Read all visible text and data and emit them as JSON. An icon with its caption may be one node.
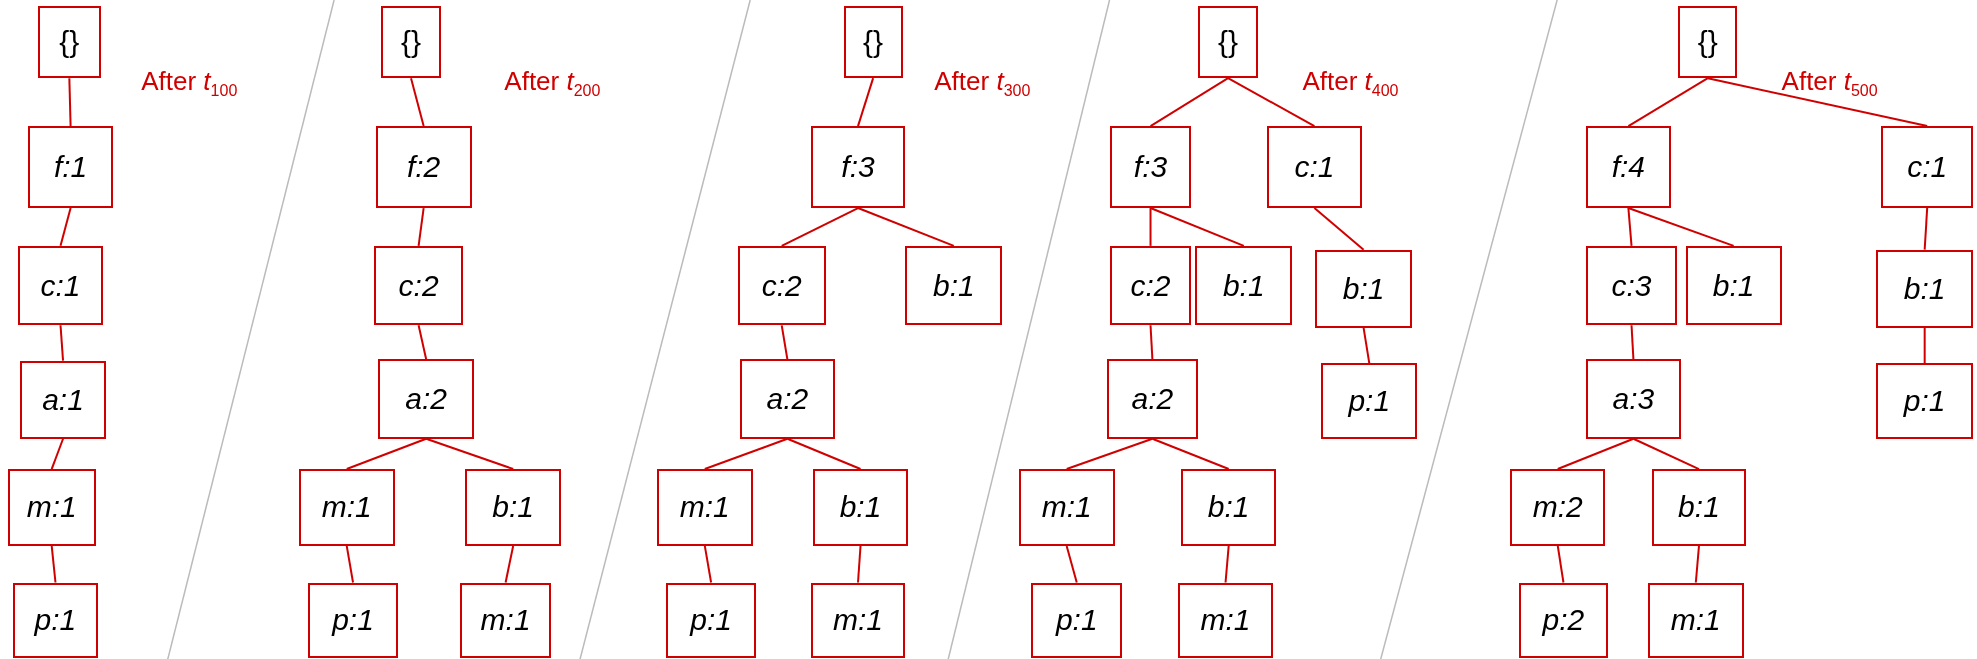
{
  "diagram": {
    "nodes": [
      {
        "text": [
          "{}"
        ]
      },
      {
        "text": [
          "f:1"
        ]
      },
      {
        "text": [
          "c:1"
        ]
      },
      {
        "text": [
          "a:1"
        ]
      },
      {
        "text": [
          "m:1"
        ]
      },
      {
        "text": [
          "p:1"
        ]
      },
      {
        "text": [
          "{}"
        ]
      },
      {
        "text": [
          "f:2"
        ]
      },
      {
        "text": [
          "c:2"
        ]
      },
      {
        "text": [
          "a:2"
        ]
      },
      {
        "text": [
          "m:1"
        ]
      },
      {
        "text": [
          "b:1"
        ]
      },
      {
        "text": [
          "p:1"
        ]
      },
      {
        "text": [
          "m:1"
        ]
      },
      {
        "text": [
          "{}"
        ]
      },
      {
        "text": [
          "f:3"
        ]
      },
      {
        "text": [
          "c:2"
        ]
      },
      {
        "text": [
          "b:1"
        ]
      },
      {
        "text": [
          "a:2"
        ]
      },
      {
        "text": [
          "m:1"
        ]
      },
      {
        "text": [
          "b:1"
        ]
      },
      {
        "text": [
          "p:1"
        ]
      },
      {
        "text": [
          "m:1"
        ]
      },
      {
        "text": [
          "{}"
        ]
      },
      {
        "text": [
          "f:3"
        ]
      },
      {
        "text": [
          "c:1"
        ]
      },
      {
        "text": [
          "c:2"
        ]
      },
      {
        "text": [
          "b:1"
        ]
      },
      {
        "text": [
          "b:1"
        ]
      },
      {
        "text": [
          "a:2"
        ]
      },
      {
        "text": [
          "p:1"
        ]
      },
      {
        "text": [
          "m:1"
        ]
      },
      {
        "text": [
          "b:1"
        ]
      },
      {
        "text": [
          "p:1"
        ]
      },
      {
        "text": [
          "m:1"
        ]
      },
      {
        "text": [
          "{}"
        ]
      },
      {
        "text": [
          "f:4"
        ]
      },
      {
        "text": [
          "c:1"
        ]
      },
      {
        "text": [
          "c:3"
        ]
      },
      {
        "text": [
          "b:1"
        ]
      },
      {
        "text": [
          "b:1"
        ]
      },
      {
        "text": [
          "a:3"
        ]
      },
      {
        "text": [
          "p:1"
        ]
      },
      {
        "text": [
          "m:2"
        ]
      },
      {
        "text": [
          "b:1"
        ]
      },
      {
        "text": [
          "p:2"
        ]
      },
      {
        "text": [
          "m:1"
        ]
      }
    ],
    "edges": [
      {
        "from": 0,
        "to": 1,
        "arrow": "none"
      },
      {
        "from": 1,
        "to": 2,
        "arrow": "none"
      },
      {
        "from": 2,
        "to": 3,
        "arrow": "none"
      },
      {
        "from": 3,
        "to": 4,
        "arrow": "none"
      },
      {
        "from": 4,
        "to": 5,
        "arrow": "none"
      },
      {
        "from": 6,
        "to": 7,
        "arrow": "none"
      },
      {
        "from": 7,
        "to": 8,
        "arrow": "none"
      },
      {
        "from": 8,
        "to": 9,
        "arrow": "none"
      },
      {
        "from": 9,
        "to": 10,
        "arrow": "none"
      },
      {
        "from": 9,
        "to": 11,
        "arrow": "none"
      },
      {
        "from": 10,
        "to": 12,
        "arrow": "none"
      },
      {
        "from": 11,
        "to": 13,
        "arrow": "none"
      },
      {
        "from": 14,
        "to": 15,
        "arrow": "none"
      },
      {
        "from": 15,
        "to": 16,
        "arrow": "none"
      },
      {
        "from": 15,
        "to": 17,
        "arrow": "none"
      },
      {
        "from": 16,
        "to": 18,
        "arrow": "none"
      },
      {
        "from": 18,
        "to": 19,
        "arrow": "none"
      },
      {
        "from": 18,
        "to": 20,
        "arrow": "none"
      },
      {
        "from": 19,
        "to": 21,
        "arrow": "none"
      },
      {
        "from": 20,
        "to": 22,
        "arrow": "none"
      },
      {
        "from": 23,
        "to": 24,
        "arrow": "none"
      },
      {
        "from": 23,
        "to": 25,
        "arrow": "none"
      },
      {
        "from": 24,
        "to": 26,
        "arrow": "none"
      },
      {
        "from": 24,
        "to": 27,
        "arrow": "none"
      },
      {
        "from": 25,
        "to": 28,
        "arrow": "none"
      },
      {
        "from": 26,
        "to": 29,
        "arrow": "none"
      },
      {
        "from": 28,
        "to": 30,
        "arrow": "none"
      },
      {
        "from": 29,
        "to": 31,
        "arrow": "none"
      },
      {
        "from": 29,
        "to": 32,
        "arrow": "none"
      },
      {
        "from": 31,
        "to": 33,
        "arrow": "none"
      },
      {
        "from": 32,
        "to": 34,
        "arrow": "none"
      },
      {
        "from": 35,
        "to": 36,
        "arrow": "none"
      },
      {
        "from": 35,
        "to": 37,
        "arrow": "none"
      },
      {
        "from": 36,
        "to": 38,
        "arrow": "none"
      },
      {
        "from": 36,
        "to": 39,
        "arrow": "none"
      },
      {
        "from": 37,
        "to": 40,
        "arrow": "none"
      },
      {
        "from": 38,
        "to": 41,
        "arrow": "none"
      },
      {
        "from": 40,
        "to": 42,
        "arrow": "none"
      },
      {
        "from": 41,
        "to": 43,
        "arrow": "none"
      },
      {
        "from": 41,
        "to": 44,
        "arrow": "none"
      },
      {
        "from": 43,
        "to": 45,
        "arrow": "none"
      },
      {
        "from": 44,
        "to": 46,
        "arrow": "none"
      }
    ],
    "labels": [
      "After *t*$_{100}$",
      "After *t*$_{200}$",
      "After *t*$_{300}$",
      "After *t*$_{400}$",
      "After *t*$_{500}$"
    ]
  }
}
